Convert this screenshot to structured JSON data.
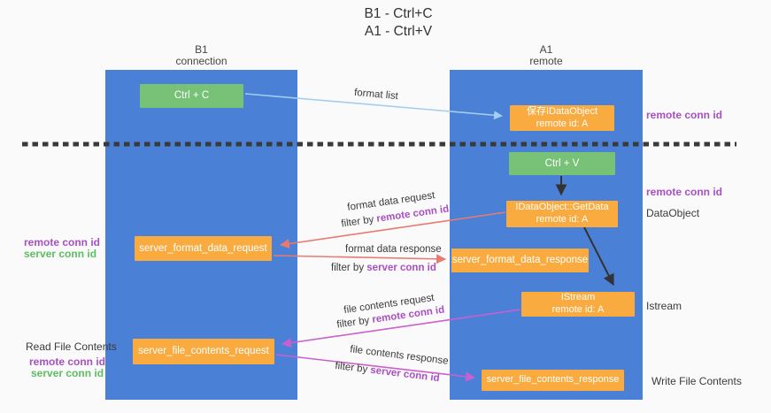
{
  "title": {
    "line1": "B1 - Ctrl+C",
    "line2": "A1 - Ctrl+V"
  },
  "lanes": {
    "left": {
      "name": "B1",
      "role": "connection"
    },
    "right": {
      "name": "A1",
      "role": "remote"
    }
  },
  "nodes": {
    "ctrl_c": {
      "label": "Ctrl + C"
    },
    "save_idataobject": {
      "line1": "保存IDataObject",
      "line2": "remote id: A"
    },
    "ctrl_v": {
      "label": "Ctrl + V"
    },
    "getdata": {
      "line1": "IDataObject::GetData",
      "line2": "remote id: A"
    },
    "server_format_data_request": {
      "label": "server_format_data_request"
    },
    "server_format_data_response": {
      "label": "server_format_data_response"
    },
    "istream": {
      "line1": "IStream",
      "line2": "remote id: A"
    },
    "server_file_contents_request": {
      "label": "server_file_contents_request"
    },
    "server_file_contents_response": {
      "label": "server_file_contents_response"
    }
  },
  "flow_labels": {
    "format_list": "format list",
    "format_data_request": "format data request",
    "format_data_response": "format data response",
    "file_contents_request": "file contents request",
    "file_contents_response": "file contents response",
    "filter_by": "filter by",
    "remote_conn_id": "remote conn id",
    "server_conn_id": "server conn id"
  },
  "side_labels": {
    "remote_conn_id": "remote conn id",
    "server_conn_id": "server conn id",
    "dataobject": "DataObject",
    "istream": "Istream",
    "read_file_contents": "Read File Contents",
    "write_file_contents": "Write File Contents"
  },
  "colors": {
    "lane_blue": "#4a80d5",
    "node_green": "#77c277",
    "node_orange": "#f9ab40",
    "arrow_lightblue": "#a5cdee",
    "arrow_red": "#e87a72",
    "arrow_magenta": "#cb5fd0",
    "arrow_black": "#333333",
    "text_purple": "#a94fc4",
    "text_green": "#5cbd62",
    "background": "#fafafa"
  }
}
